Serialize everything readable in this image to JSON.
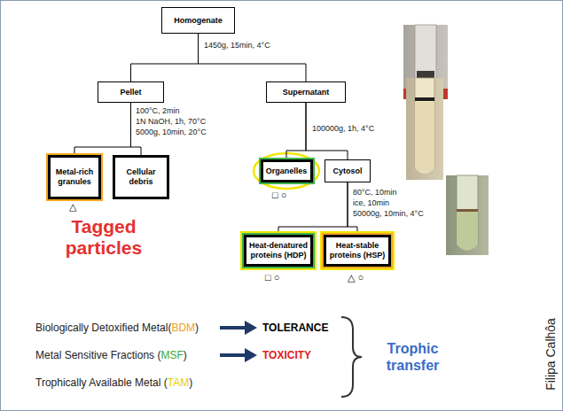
{
  "diagram": {
    "nodes": [
      {
        "text": [
          "Homogenate"
        ]
      },
      {
        "text": [
          "Pellet"
        ]
      },
      {
        "text": [
          "Supernatant"
        ]
      },
      {
        "text": [
          "Metal-rich granules"
        ]
      },
      {
        "text": [
          "Cellular debris"
        ]
      },
      {
        "text": [
          "Organelles"
        ]
      },
      {
        "text": [
          "Cytosol"
        ]
      },
      {
        "text": [
          "Heat-denatured proteins (HDP)"
        ]
      },
      {
        "text": [
          "Heat-stable proteins (HSP)"
        ]
      }
    ],
    "edges": [
      {
        "from": 0,
        "to": 1,
        "arrow": "none"
      },
      {
        "from": 0,
        "to": 2,
        "arrow": "none"
      },
      {
        "from": 1,
        "to": 3,
        "arrow": "none"
      },
      {
        "from": 1,
        "to": 4,
        "arrow": "none"
      },
      {
        "from": 2,
        "to": 5,
        "arrow": "none"
      },
      {
        "from": 2,
        "to": 6,
        "arrow": "none"
      },
      {
        "from": 6,
        "to": 7,
        "arrow": "none"
      },
      {
        "from": 6,
        "to": 8,
        "arrow": "none"
      }
    ],
    "labels": [
      "1450g, 15min, 4°C",
      "100°C, 2min",
      "1N NaOH, 1h, 70°C",
      "5000g, 10min, 20°C",
      "100000g, 1h, 4°C",
      "80°C, 10min",
      "ice, 10min",
      "50000g, 10min, 4°C",
      "△",
      "□ ○",
      "□ ○",
      "△ ○",
      "Tagged particles",
      "Biologically Detoxified Metal(",
      "BDM",
      ")",
      "TOLERANCE",
      "Metal Sensitive Fractions (",
      "MSF",
      ")",
      "TOXICITY",
      "Trophically Available Metal (",
      "TAM",
      ")",
      "Trophic transfer",
      "Filipa Calhôa"
    ]
  }
}
